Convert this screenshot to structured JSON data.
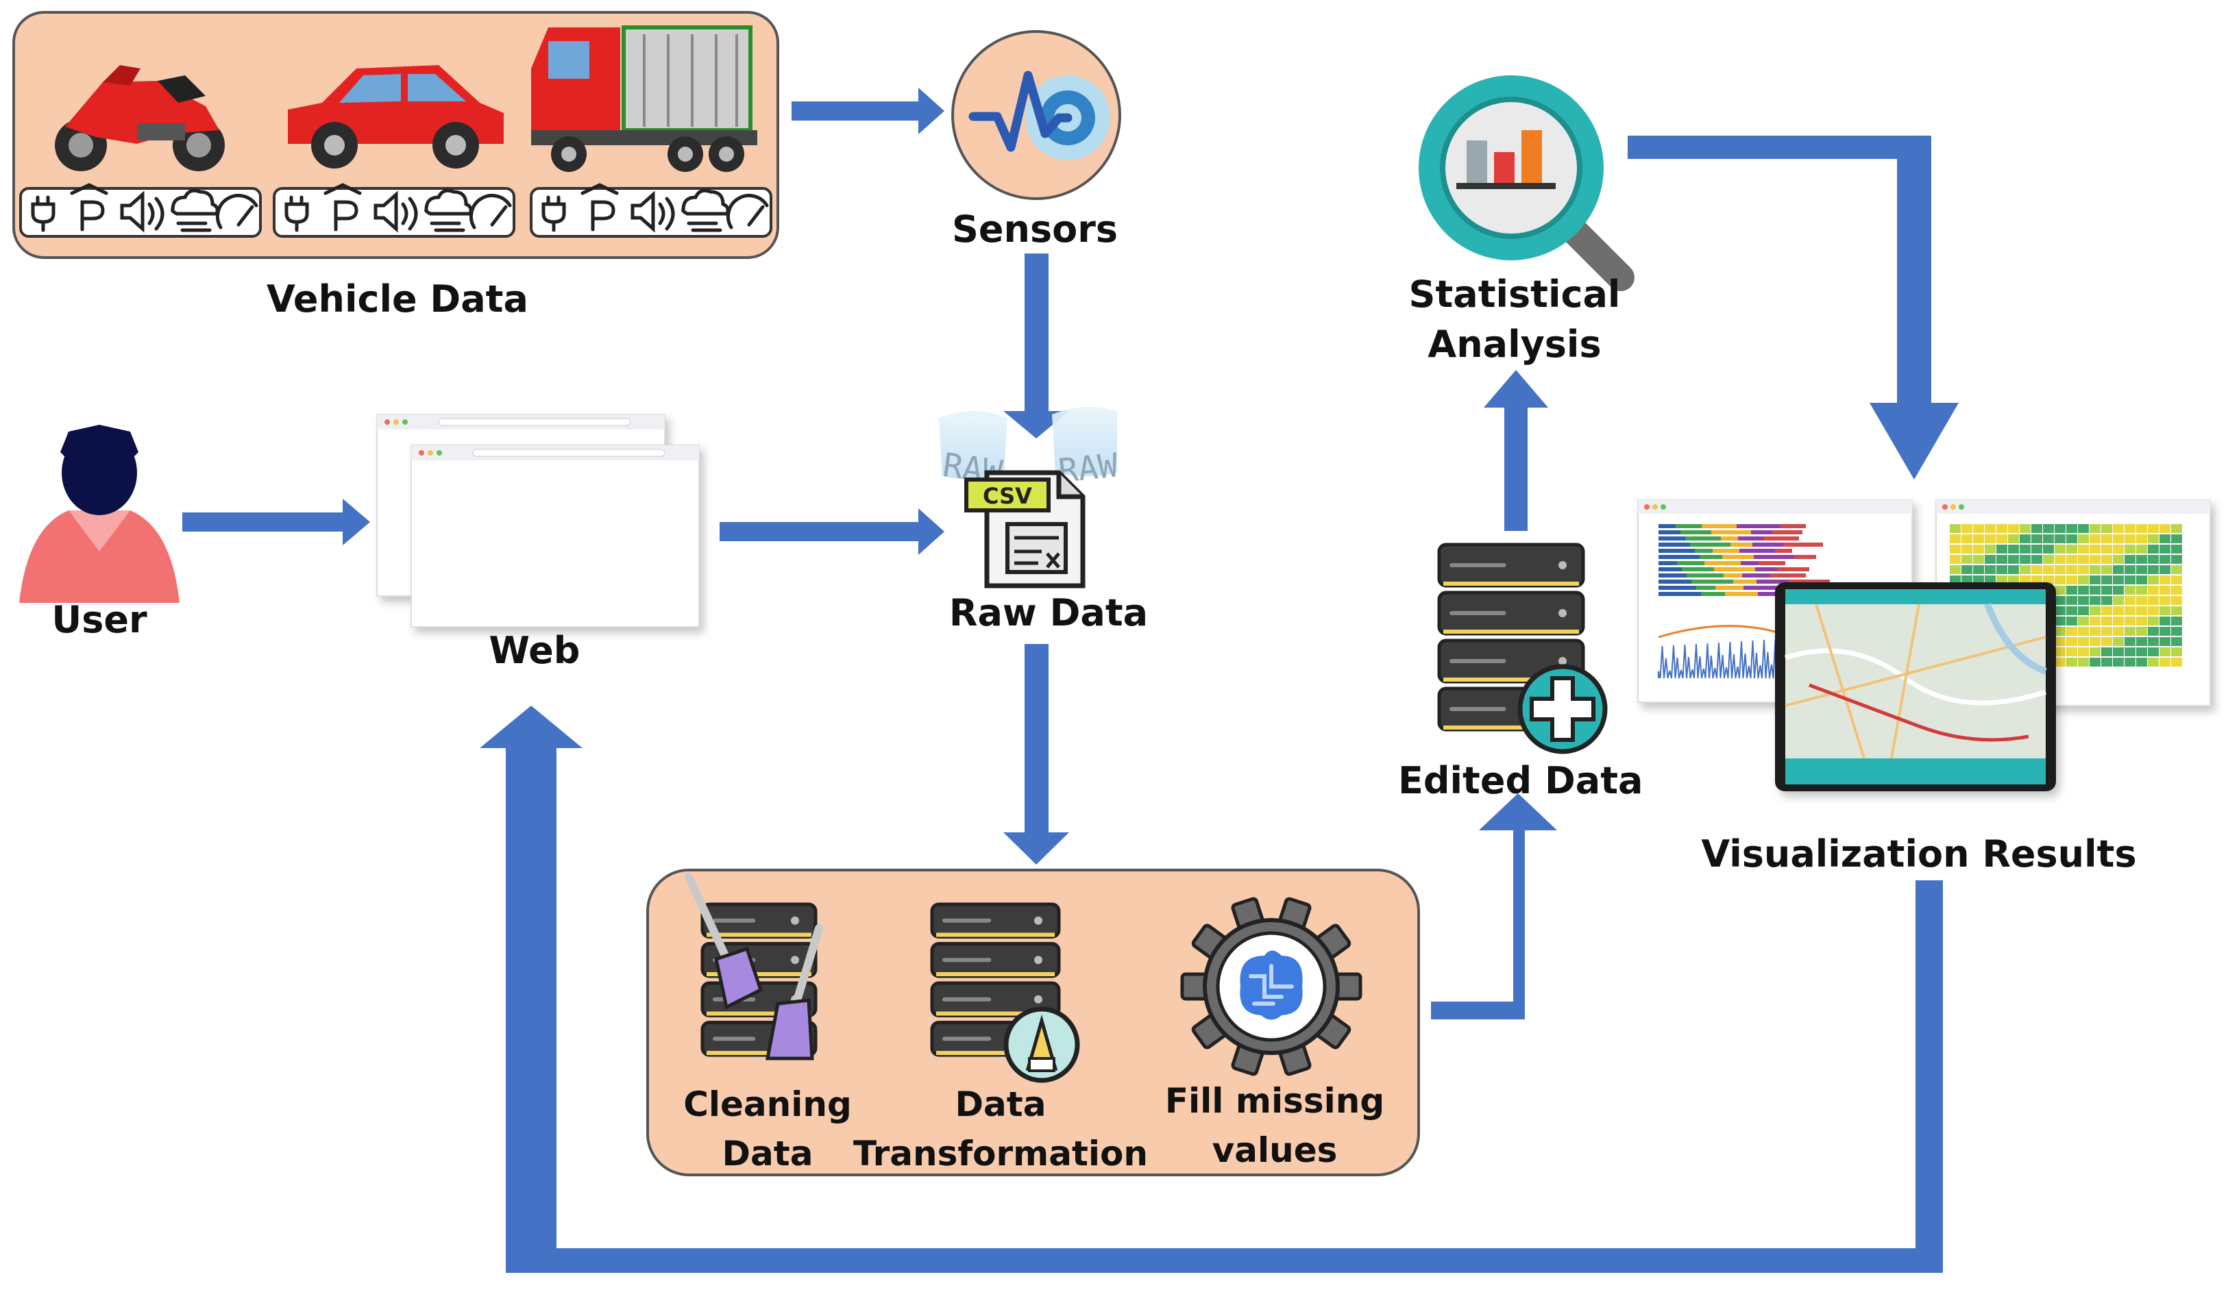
{
  "labels": {
    "vehicle_data": "Vehicle Data",
    "sensors": "Sensors",
    "user": "User",
    "web": "Web",
    "raw_data": "Raw Data",
    "raw_tag_left": "RAW",
    "raw_tag_right": "RAW",
    "csv_tag": "CSV",
    "cleaning_line1": "Cleaning",
    "cleaning_line2": "Data",
    "transform_line1": "Data",
    "transform_line2": "Transformation",
    "fill_line1": "Fill missing",
    "fill_line2": "values",
    "edited_data": "Edited Data",
    "stat_line1": "Statistical",
    "stat_line2": "Analysis",
    "viz_results": "Visualization Results"
  },
  "colors": {
    "arrow": "#4472c4",
    "panel_fill": "#f8cbad",
    "panel_stroke": "#555555",
    "server_dark": "#3c3c3c",
    "server_stripe": "#f3d35b",
    "teal": "#2ab3b3",
    "user_body": "#f27272",
    "user_head": "#0b1046",
    "vehicle_red": "#e32222",
    "truck_cargo": "#cfcfcf",
    "brain_blue": "#3d7be0"
  },
  "vehicles": [
    "motorcycle",
    "car",
    "truck"
  ],
  "vehicle_sensor_icons": [
    "plug-icon",
    "parking-icon",
    "speaker-icon",
    "weather-icon",
    "speedometer-icon"
  ]
}
